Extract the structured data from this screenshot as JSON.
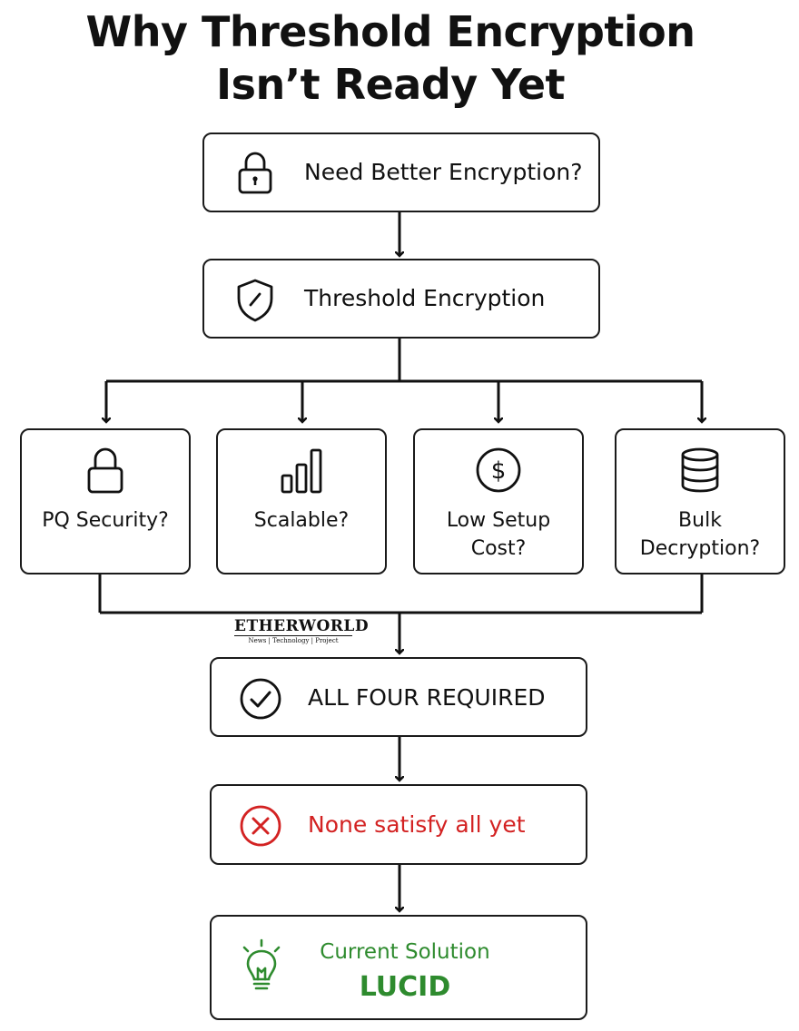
{
  "title": {
    "line1": "Why Threshold Encryption",
    "line2": "Isn’t Ready Yet"
  },
  "nodes": {
    "need": {
      "label": "Need Better Encryption?",
      "icon": "padlock-icon"
    },
    "threshold": {
      "label": "Threshold Encryption",
      "icon": "shield-icon"
    },
    "criteria": [
      {
        "label_lines": [
          "PQ Security?"
        ],
        "icon": "padlock-icon"
      },
      {
        "label_lines": [
          "Scalable?"
        ],
        "icon": "bar-chart-icon"
      },
      {
        "label_lines": [
          "Low Setup",
          "Cost?"
        ],
        "icon": "dollar-coin-icon"
      },
      {
        "label_lines": [
          "Bulk",
          "Decryption?"
        ],
        "icon": "database-icon"
      }
    ],
    "required": {
      "label": "ALL FOUR REQUIRED",
      "icon": "check-circle-icon"
    },
    "none": {
      "label": "None satisfy all yet",
      "icon": "x-circle-icon",
      "color": "#d32222"
    },
    "solution": {
      "caption": "Current Solution",
      "name": "LUCID",
      "icon": "lightbulb-icon",
      "color": "#2e8b2e"
    }
  },
  "watermark": {
    "name": "ETHERWORLD",
    "tagline": "News | Technology | Project"
  }
}
